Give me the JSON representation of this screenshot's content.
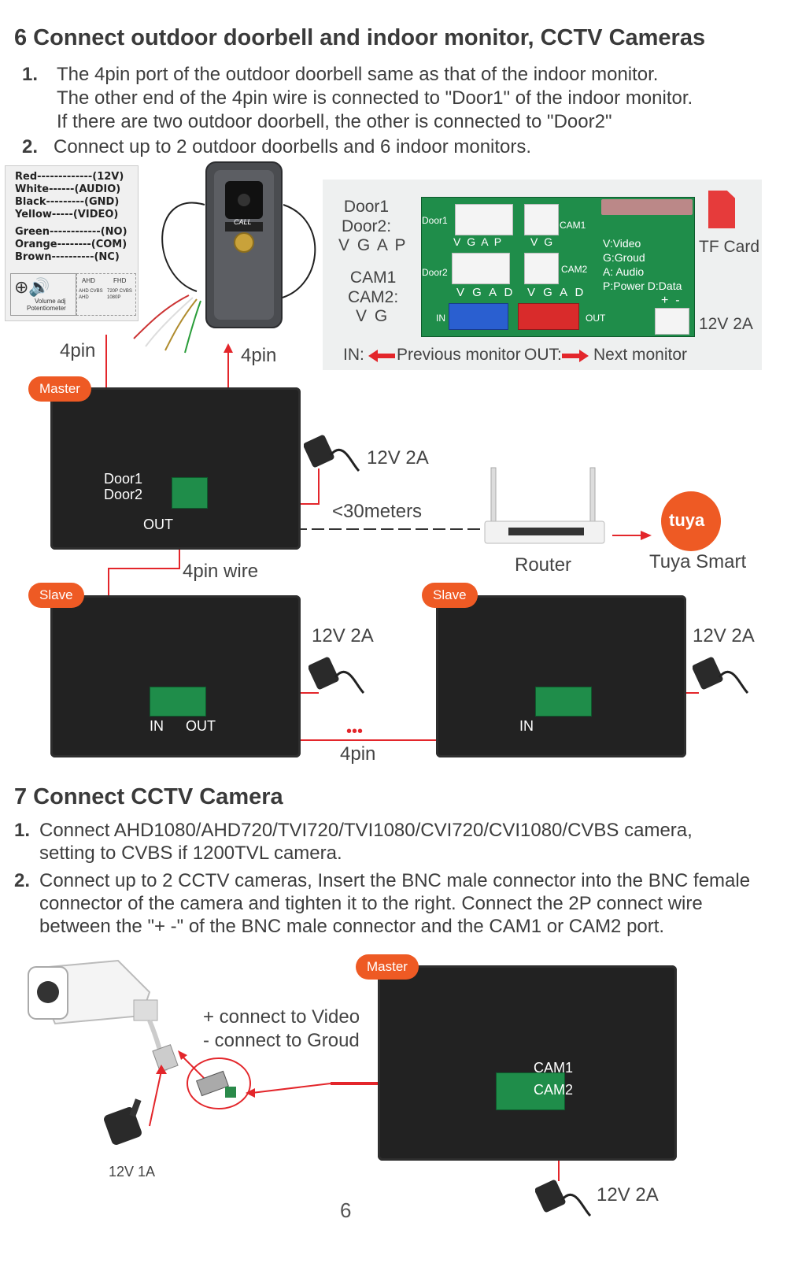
{
  "section6": {
    "title": "6  Connect outdoor doorbell and indoor monitor, CCTV Cameras",
    "step1_num": "1.",
    "step1_lines": [
      "The 4pin port of the outdoor doorbell same as that of the indoor monitor.",
      "The other end of the 4pin wire is connected to \"Door1\" of the indoor monitor.",
      "If there are two outdoor doorbell, the other is connected to \"Door2\""
    ],
    "step2_num": "2.",
    "step2": "Connect up to 2 outdoor doorbells and 6 indoor monitors."
  },
  "wire_legend": [
    "Red-------------(12V)",
    "White------(AUDIO)",
    "Black---------(GND)",
    "Yellow-----(VIDEO)",
    "Green------------(NO)",
    "Orange--------(COM)",
    "Brown----------(NC)"
  ],
  "pot_box": {
    "volume": "Volume adj",
    "potentiometer": "Potentiometer",
    "ahd": "AHD",
    "fhd": "FHD",
    "ahd_opts": "AHD CVBS AHD",
    "fhd_opts": "720P CVBS 1080P"
  },
  "doorbell_call": "CALL",
  "port_panel": {
    "door_label": "Door1\nDoor2:",
    "door_pins": "V G A P",
    "cam_label": "CAM1\nCAM2:",
    "cam_pins": "V G",
    "pcb_door1": "Door1",
    "pcb_door2": "Door2",
    "pcb_cam1": "CAM1",
    "pcb_cam2": "CAM2",
    "pcb_row1_a": "V G A P",
    "pcb_row1_b": "V G",
    "pcb_row2_a": "V G A D",
    "pcb_row2_b": "V G A D",
    "pcb_in": "IN",
    "pcb_out": "OUT",
    "legend": [
      "V:Video",
      "G:Groud",
      "A: Audio",
      "P:Power D:Data"
    ],
    "plus_minus": "+  -",
    "tf_card": "TF Card",
    "power": "12V 2A",
    "in_label": "IN:",
    "in_desc": "Previous monitor",
    "out_label": "OUT:",
    "out_desc": "Next monitor"
  },
  "diagram6": {
    "pin_left": "4pin",
    "pin_right": "4pin",
    "master": "Master",
    "door1": "Door1",
    "door2": "Door2",
    "out": "OUT",
    "power_master": "12V 2A",
    "distance": "<30meters",
    "router": "Router",
    "tuya_logo": "tuya",
    "tuya": "Tuya Smart",
    "wire": "4pin wire",
    "slave1": "Slave",
    "slave2": "Slave",
    "power_slave1": "12V 2A",
    "power_slave2": "12V 2A",
    "slave1_in": "IN",
    "slave1_out": "OUT",
    "slave2_in": "IN",
    "dots": "•••",
    "pin_bottom": "4pin"
  },
  "section7": {
    "title": "7  Connect CCTV Camera",
    "step1_num": "1.",
    "step1_lines": [
      "Connect AHD1080/AHD720/TVI720/TVI1080/CVI720/CVI1080/CVBS camera,",
      "setting to CVBS if 1200TVL camera."
    ],
    "step2_num": "2.",
    "step2_lines": [
      "Connect up to 2 CCTV cameras, Insert the BNC male connector into the BNC female",
      "connector of the camera and tighten it to the right. Connect the 2P connect wire",
      "between the \"+ -\" of the BNC male connector and the CAM1 or CAM2 port."
    ]
  },
  "diagram7": {
    "plus_note": "+ connect to Video",
    "minus_note": "- connect to Groud",
    "master": "Master",
    "cam1": "CAM1",
    "cam2": "CAM2",
    "camera_power": "12V 1A",
    "monitor_power": "12V 2A"
  },
  "page_number": "6",
  "colors": {
    "accent": "#ee5a24",
    "wire": "#e3262b",
    "pcb": "#1f8d4a"
  }
}
